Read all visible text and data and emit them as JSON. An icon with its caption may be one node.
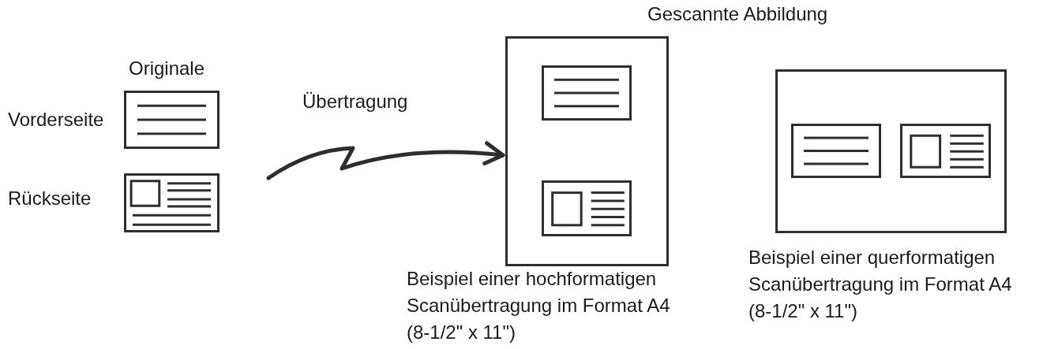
{
  "diagram": {
    "nodes": [
      {
        "text": [],
        "shape": "picture",
        "beside": [
          "Vorderseite"
        ]
      },
      {
        "text": [],
        "shape": "picture",
        "beside": [
          "Rückseite"
        ]
      },
      {
        "text": [],
        "shape": "box",
        "beside": [
          "Beispiel einer hochformatigen Scanübertragung im Format A4 (8-1/2\" x 11\")"
        ]
      },
      {
        "text": [],
        "shape": "picture",
        "in": 2
      },
      {
        "text": [],
        "shape": "picture",
        "in": 2
      },
      {
        "text": [],
        "shape": "box",
        "beside": [
          "Beispiel einer querformatigen Scanübertragung im Format A4 (8-1/2\" x 11\")"
        ]
      },
      {
        "text": [],
        "shape": "picture",
        "in": 5
      },
      {
        "text": [],
        "shape": "picture",
        "in": 5
      }
    ],
    "edges": [
      {
        "from": null,
        "to": 2,
        "arrow": "to",
        "label": "Übertragung"
      }
    ],
    "labels": [
      "Originale",
      "Gescannte Abbildung"
    ]
  }
}
